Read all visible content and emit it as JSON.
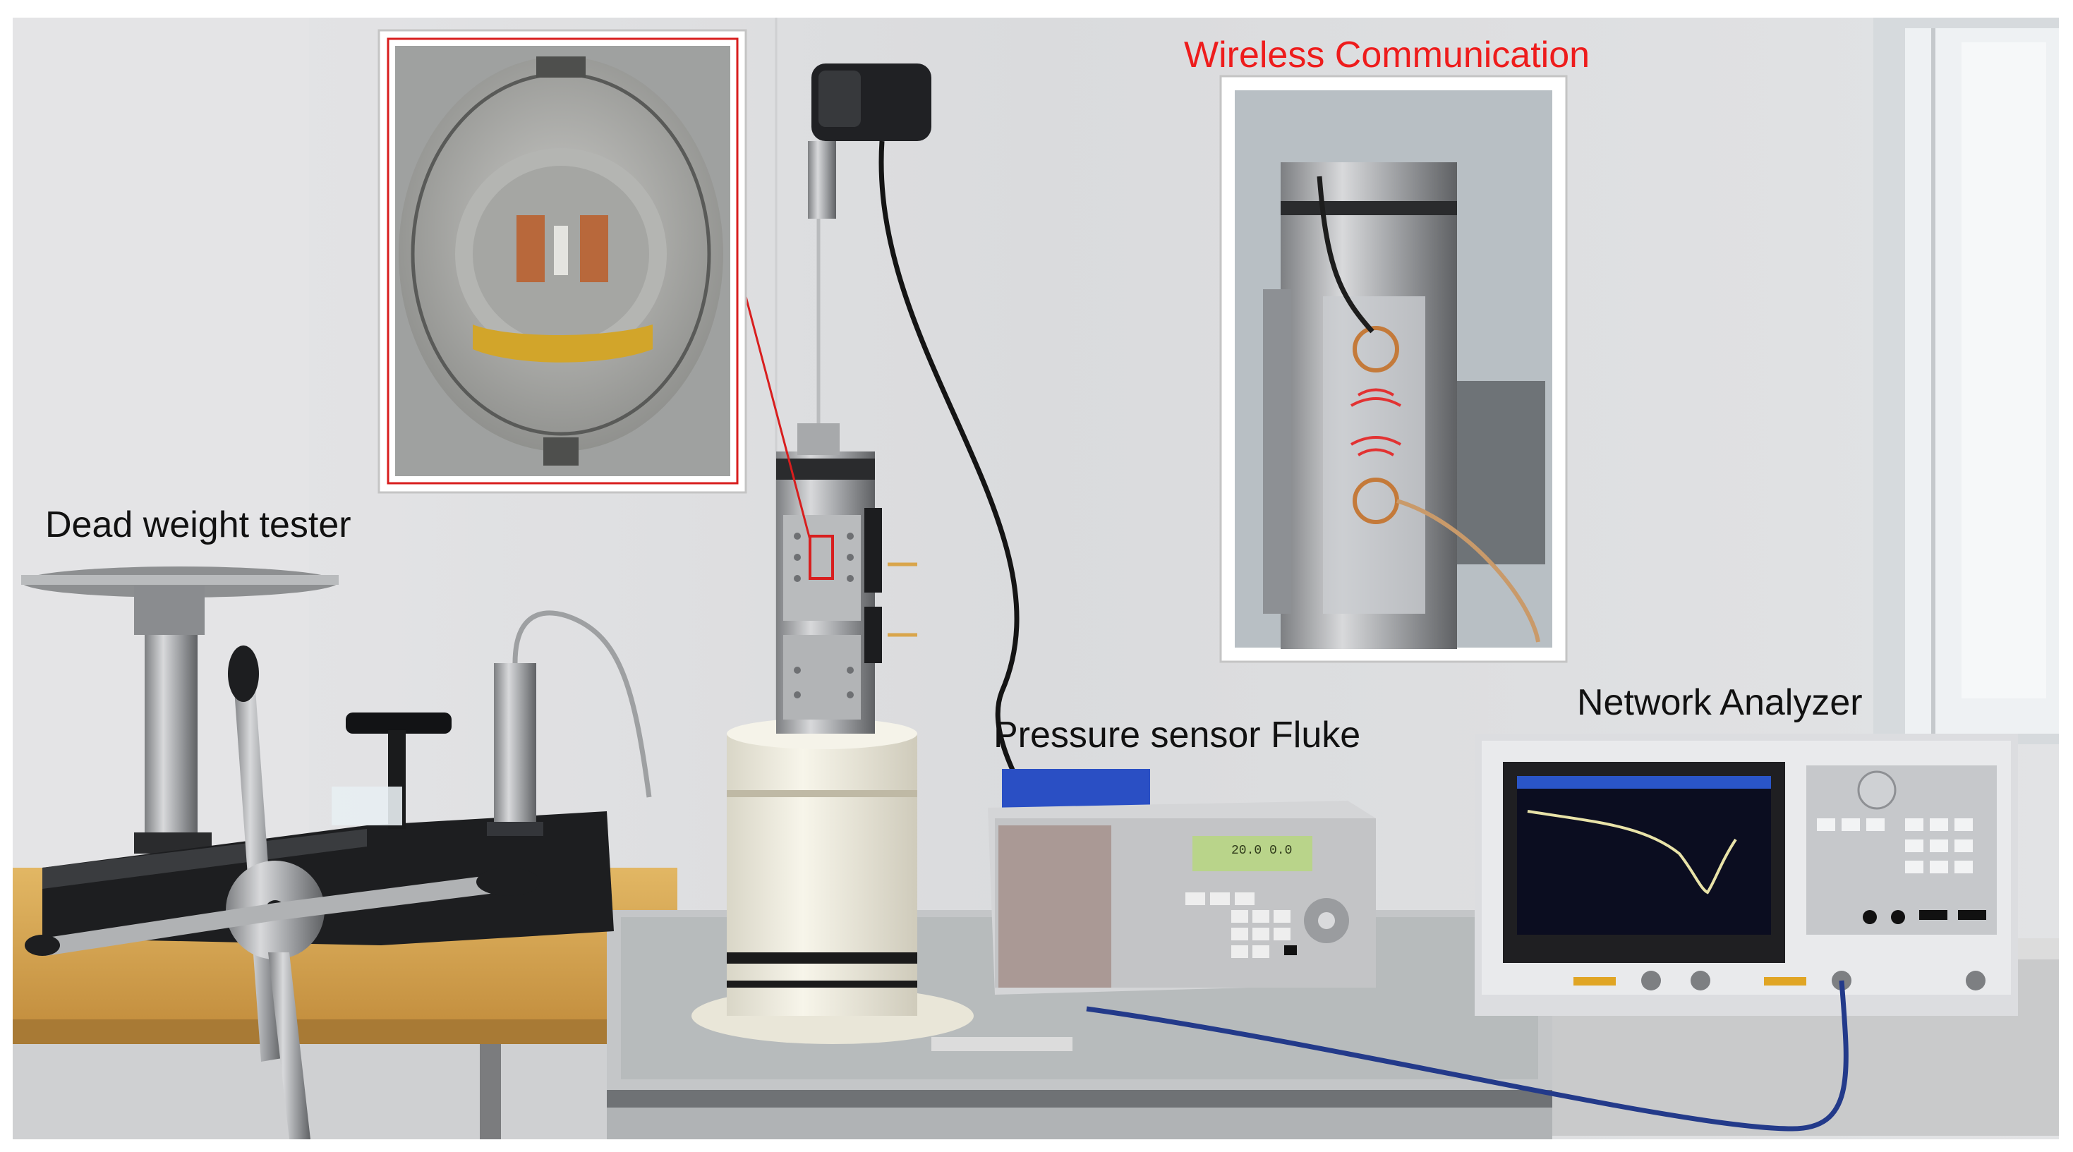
{
  "labels": {
    "dead_weight": "Dead weight tester",
    "wireless": "Wireless Communication",
    "pressure_sensor": "Pressure sensor Fluke",
    "network_analyzer": "Network Analyzer"
  },
  "colors": {
    "wall": "#dcdcdc",
    "wireless_label": "#ee1c1c",
    "callout_border": "#d81e1e",
    "trace": "#e8e2a8"
  },
  "instrument_readout": {
    "fluke_display": [
      "20.0",
      "0.0"
    ]
  }
}
